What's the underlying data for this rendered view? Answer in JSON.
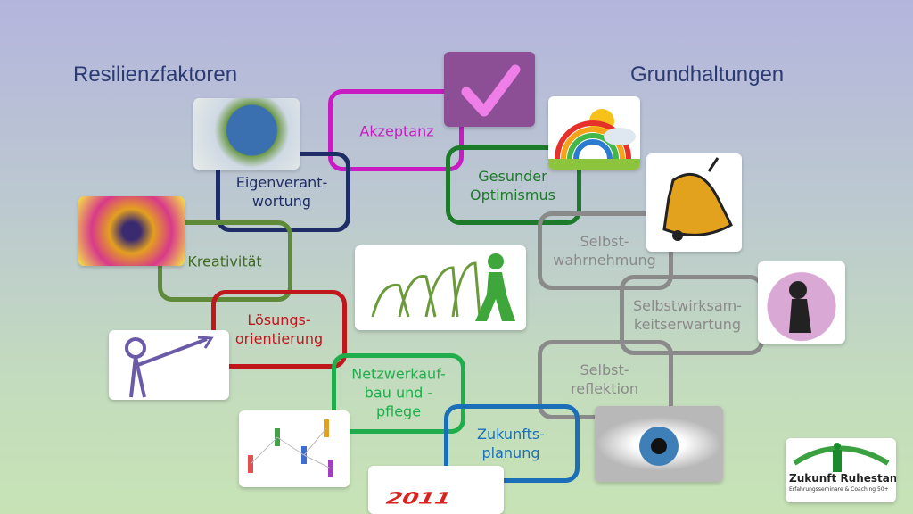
{
  "titles": {
    "left": "Resilienzfaktoren",
    "right": "Grundhaltungen"
  },
  "factors": [
    {
      "label": "Akzeptanz",
      "color": "#c81cc2"
    },
    {
      "label": "Eigenverant-\nwortung",
      "color": "#1f2d66"
    },
    {
      "label": "Gesunder\nOptimismus",
      "color": "#1d7a2a"
    },
    {
      "label": "Kreativität",
      "color": "#5f8a3a"
    },
    {
      "label": "Lösungs-\norientierung",
      "color": "#c0171c"
    },
    {
      "label": "Selbst-\nwahrnehmung",
      "color": "#8a8a8a"
    },
    {
      "label": "Selbstwirksam-\nkeitserwartung",
      "color": "#8a8a8a"
    },
    {
      "label": "Selbst-\nreflektion",
      "color": "#8a8a8a"
    },
    {
      "label": "Netzwerkauf-\nbau und -\npflege",
      "color": "#1fae4b"
    },
    {
      "label": "Zukunfts-\nplanung",
      "color": "#1a6fb8"
    }
  ],
  "images": {
    "year": "2011"
  },
  "logo": {
    "name": "Zukunft Ruhestand",
    "tagline": "Erfahrungsseminare & Coaching 50+"
  }
}
